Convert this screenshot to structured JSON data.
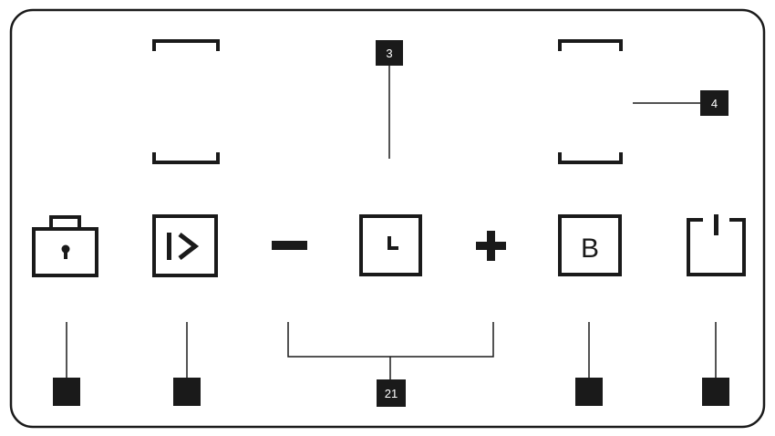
{
  "panel": {
    "callouts": {
      "timer_display": "3",
      "right_display": "4",
      "plus_minus_group": "21"
    },
    "buttons": {
      "booster_letter": "B"
    },
    "icons": {
      "lock": "lock-icon",
      "play": "play-icon",
      "minus": "minus-icon",
      "timer": "clock-icon",
      "plus": "plus-icon",
      "booster": "booster-icon",
      "power": "power-icon"
    },
    "colors": {
      "ink": "#1a1a1a",
      "background": "#ffffff"
    }
  }
}
